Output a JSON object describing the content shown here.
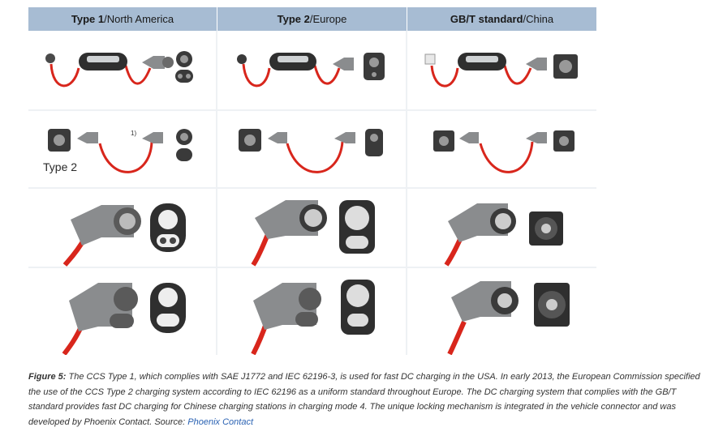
{
  "columns": [
    {
      "standard": "Type 1",
      "region": "/North America"
    },
    {
      "standard": "Type 2",
      "region": "/Europe"
    },
    {
      "standard": "GB/T standard",
      "region": "/China"
    }
  ],
  "row2_label": "Type 2",
  "row2_footnote": "1)",
  "caption": {
    "label": "Figure 5:",
    "text": " The CCS Type 1, which complies with SAE J1772 and IEC 62196-3, is used for fast DC charging in the USA. In early 2013, the European Commission specified the use of the CCS Type 2 charging system according to IEC 62196 as a uniform standard throughout Europe. The DC charging system that complies with the GB/T standard provides fast DC charging for Chinese charging stations in charging mode 4. The unique locking mechanism is integrated in the vehicle connector and was developed by Phoenix Contact. Source: ",
    "source_link": "Phoenix Contact"
  },
  "colors": {
    "header_bg": "#a7bcd3",
    "grid": "#eef1f4",
    "cable": "#d8261c",
    "plug_body": "#8a8c8e",
    "socket": "#3a3a3a",
    "link": "#2a62b3"
  }
}
